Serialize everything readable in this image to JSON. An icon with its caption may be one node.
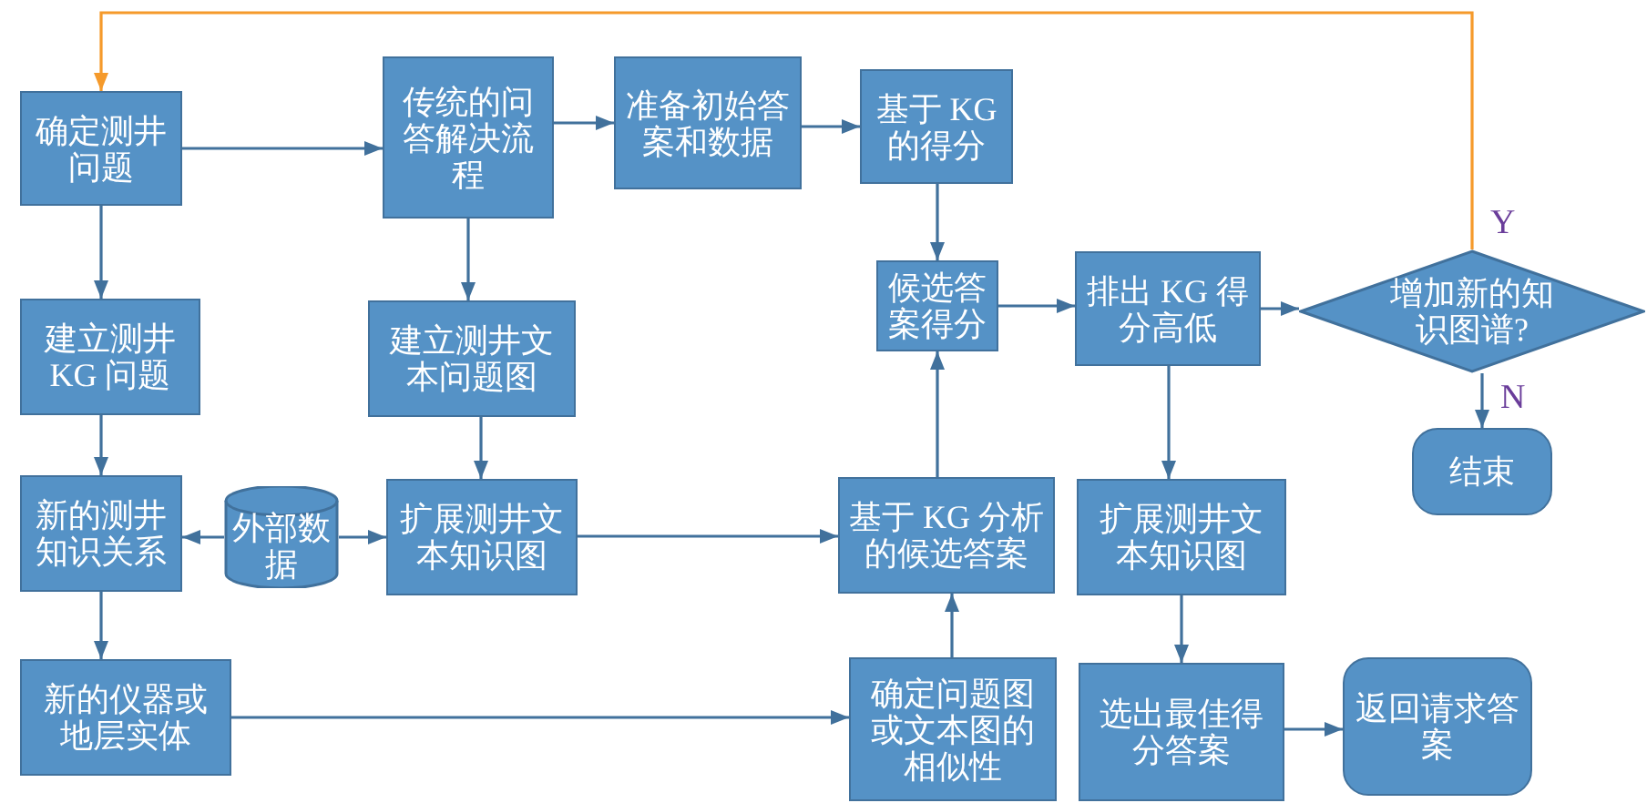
{
  "diagram": {
    "nodes": [
      {
        "text": [
          "确定测井问题"
        ]
      },
      {
        "text": [
          "传统的问答解决流程"
        ]
      },
      {
        "text": [
          "准备初始答案和数据"
        ]
      },
      {
        "text": [
          "基于 KG 的得分"
        ]
      },
      {
        "text": [
          "建立测井 KG 问题"
        ]
      },
      {
        "text": [
          "建立测井文本问题图"
        ]
      },
      {
        "text": [
          "候选答案得分"
        ]
      },
      {
        "text": [
          "排出 KG 得分高低"
        ]
      },
      {
        "text": [
          "增加新的知识图谱?"
        ]
      },
      {
        "text": [
          "结束"
        ]
      },
      {
        "text": [
          "新的测井知识关系"
        ]
      },
      {
        "text": [
          "外部数据"
        ]
      },
      {
        "text": [
          "扩展测井文本知识图"
        ]
      },
      {
        "text": [
          "基于 KG 分析的候选答案"
        ]
      },
      {
        "text": [
          "扩展测井文本知识图"
        ]
      },
      {
        "text": [
          "新的仪器或地层实体"
        ]
      },
      {
        "text": [
          "确定问题图或文本图的相似性"
        ]
      },
      {
        "text": [
          "选出最佳得分答案"
        ]
      },
      {
        "text": [
          "返回请求答案"
        ]
      }
    ],
    "edges": [
      {
        "from": 0,
        "to": 1,
        "arrow": "to"
      },
      {
        "from": 1,
        "to": 2,
        "arrow": "to"
      },
      {
        "from": 2,
        "to": 3,
        "arrow": "to"
      },
      {
        "from": 3,
        "to": 6,
        "arrow": "to"
      },
      {
        "from": 6,
        "to": 7,
        "arrow": "to"
      },
      {
        "from": 7,
        "to": 8,
        "arrow": "to"
      },
      {
        "from": 8,
        "to": 0,
        "arrow": "to",
        "label": "Y",
        "color": "#f59a2b"
      },
      {
        "from": 8,
        "to": 9,
        "arrow": "to",
        "label": "N"
      },
      {
        "from": 0,
        "to": 4,
        "arrow": "to"
      },
      {
        "from": 1,
        "to": 5,
        "arrow": "to"
      },
      {
        "from": 4,
        "to": 10,
        "arrow": "to"
      },
      {
        "from": 5,
        "to": 12,
        "arrow": "to"
      },
      {
        "from": 11,
        "to": 10,
        "arrow": "to"
      },
      {
        "from": 11,
        "to": 12,
        "arrow": "to"
      },
      {
        "from": 10,
        "to": 15,
        "arrow": "to"
      },
      {
        "from": 12,
        "to": 13,
        "arrow": "to"
      },
      {
        "from": 15,
        "to": 16,
        "arrow": "to"
      },
      {
        "from": 16,
        "to": 13,
        "arrow": "to"
      },
      {
        "from": 13,
        "to": 6,
        "arrow": "to"
      },
      {
        "from": 7,
        "to": 14,
        "arrow": "to"
      },
      {
        "from": 14,
        "to": 17,
        "arrow": "to"
      },
      {
        "from": 17,
        "to": 18,
        "arrow": "to"
      }
    ]
  }
}
